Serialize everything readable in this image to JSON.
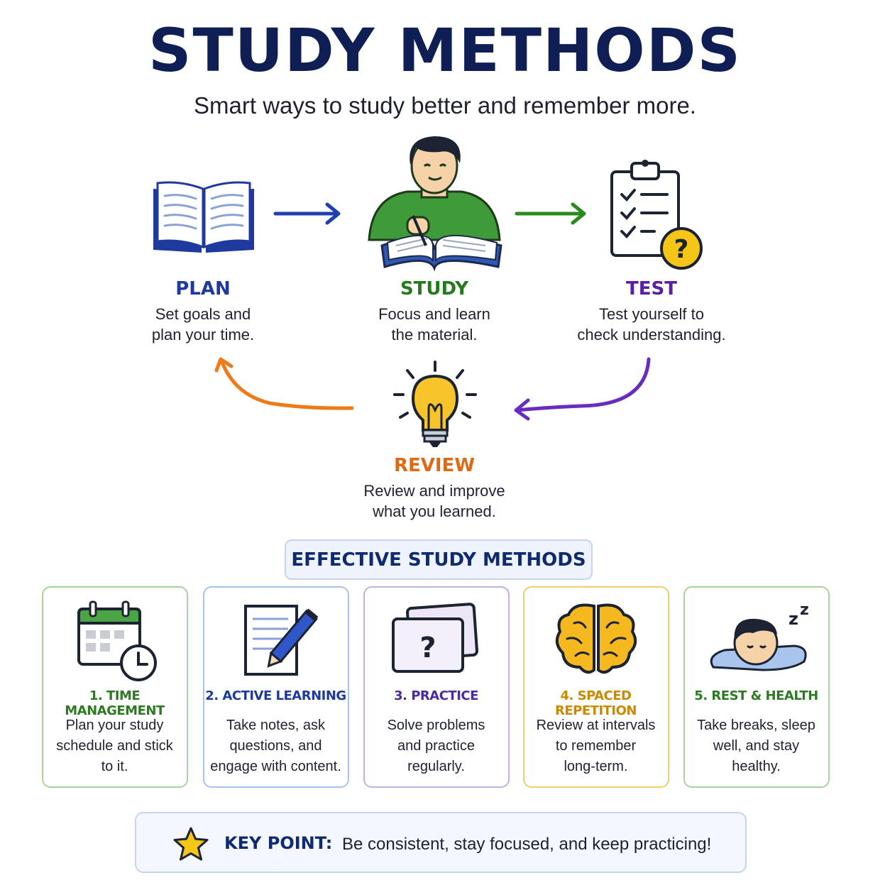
{
  "title": "STUDY METHODS",
  "subtitle": "Smart ways to study better and remember more.",
  "cycle": {
    "steps": [
      {
        "label": "PLAN",
        "desc": [
          "Set goals and",
          "plan your time."
        ],
        "color": "#1e3a9e",
        "icon": "open-book-icon"
      },
      {
        "label": "STUDY",
        "desc": [
          "Focus and learn",
          "the material."
        ],
        "color": "#257a1f",
        "icon": "student-reading-icon"
      },
      {
        "label": "TEST",
        "desc": [
          "Test yourself to",
          "check understanding."
        ],
        "color": "#5b1fa6",
        "icon": "checklist-clipboard-icon"
      },
      {
        "label": "REVIEW",
        "desc": [
          "Review and improve",
          "what you learned."
        ],
        "color": "#e06a12",
        "icon": "lightbulb-icon"
      }
    ],
    "arrows": [
      {
        "from": "PLAN",
        "to": "STUDY",
        "color": "#1f3fb0"
      },
      {
        "from": "STUDY",
        "to": "TEST",
        "color": "#2b8a1d"
      },
      {
        "from": "TEST",
        "to": "REVIEW",
        "color": "#6a2bbf"
      },
      {
        "from": "REVIEW",
        "to": "PLAN",
        "color": "#ee7a1a"
      }
    ]
  },
  "methods": {
    "heading": "EFFECTIVE STUDY METHODS",
    "cards": [
      {
        "title": "1. TIME MANAGEMENT",
        "desc": [
          "Plan your study",
          "schedule and stick",
          "to it."
        ],
        "color": "#2d7a22",
        "border": "#a7d49b",
        "icon": "calendar-clock-icon"
      },
      {
        "title": "2. ACTIVE LEARNING",
        "desc": [
          "Take notes, ask",
          "questions, and",
          "engage with content."
        ],
        "color": "#1e3a9e",
        "border": "#a9c3ef",
        "icon": "notes-pencil-icon"
      },
      {
        "title": "3. PRACTICE",
        "desc": [
          "Solve problems",
          "and practice",
          "regularly."
        ],
        "color": "#4b2a9e",
        "border": "#c2b0e3",
        "icon": "question-cards-icon"
      },
      {
        "title": "4. SPACED REPETITION",
        "desc": [
          "Review at intervals",
          "to remember",
          "long-term."
        ],
        "color": "#c98a00",
        "border": "#f1cf6e",
        "icon": "brain-icon"
      },
      {
        "title": "5. REST & HEALTH",
        "desc": [
          "Take breaks, sleep",
          "well, and stay",
          "healthy."
        ],
        "color": "#2d7a22",
        "border": "#a7d49b",
        "icon": "sleeping-person-icon"
      }
    ]
  },
  "keypoint": {
    "label": "KEY POINT:",
    "text": "Be consistent, stay focused, and keep practicing!",
    "icon": "star-icon"
  }
}
